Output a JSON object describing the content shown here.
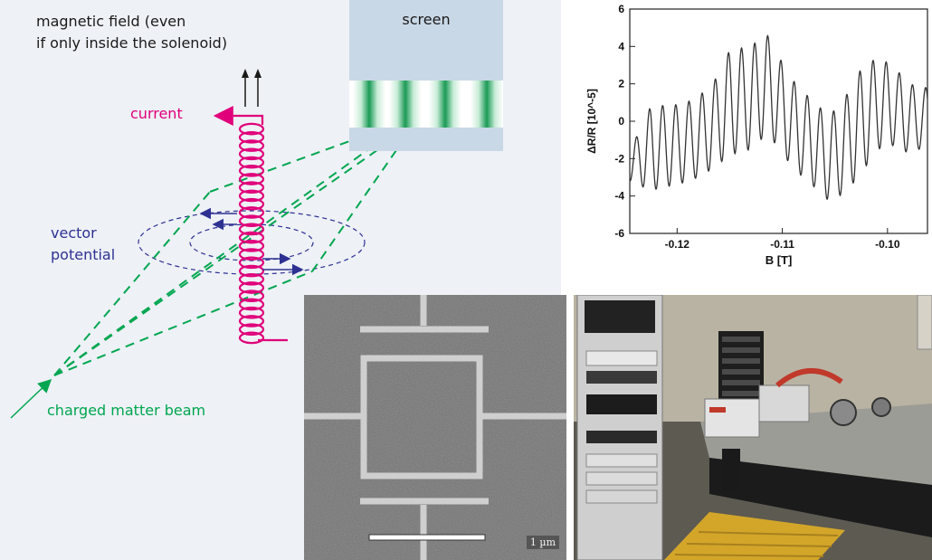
{
  "diagram": {
    "magnetic_field_label_line1": "magnetic field (even",
    "magnetic_field_label_line2": "if only inside the solenoid)",
    "screen_label": "screen",
    "current_label": "current",
    "vector_potential_label_line1": "vector",
    "vector_potential_label_line2": "potential",
    "beam_label": "charged matter beam",
    "colors": {
      "solenoid": "#e0007a",
      "vector_potential": "#2e3192",
      "beam": "#00a650",
      "screen_bg": "#c9d8e6",
      "fringe": "#1a9a55"
    }
  },
  "micrograph": {
    "scale_bar_label": "1 µm"
  },
  "chart_data": {
    "type": "line",
    "title": "",
    "xlabel": "B [T]",
    "ylabel": "ΔR/R [10^-5]",
    "xlim": [
      -0.1245,
      -0.0962
    ],
    "ylim": [
      -6,
      6
    ],
    "x_ticks": [
      "-0.12",
      "-0.11",
      "-0.10"
    ],
    "x_tick_values": [
      -0.12,
      -0.11,
      -0.1
    ],
    "y_ticks": [
      "-6",
      "-4",
      "-2",
      "0",
      "2",
      "4",
      "6"
    ],
    "y_tick_values": [
      -6,
      -4,
      -2,
      0,
      2,
      4,
      6
    ],
    "series": [
      {
        "color": "#333333",
        "oscillation_period_T": 0.00125,
        "envelope_x": [
          -0.1245,
          -0.1225,
          -0.1195,
          -0.118,
          -0.1165,
          -0.115,
          -0.113,
          -0.1115,
          -0.1105,
          -0.109,
          -0.107,
          -0.1055,
          -0.104,
          -0.1025,
          -0.101,
          -0.0995,
          -0.098,
          -0.0965
        ],
        "envelope_max": [
          -1.6,
          0.8,
          0.9,
          1.3,
          2.1,
          3.8,
          4.0,
          4.7,
          3.6,
          2.2,
          1.0,
          0.3,
          1.3,
          2.8,
          3.4,
          3.0,
          2.0,
          1.8
        ],
        "envelope_min": [
          -3.2,
          -3.7,
          -3.3,
          -3.0,
          -2.5,
          -1.8,
          -1.5,
          -0.7,
          -1.3,
          -2.5,
          -3.5,
          -4.3,
          -3.8,
          -2.8,
          -1.5,
          -1.3,
          -1.7,
          -1.4
        ]
      }
    ]
  }
}
